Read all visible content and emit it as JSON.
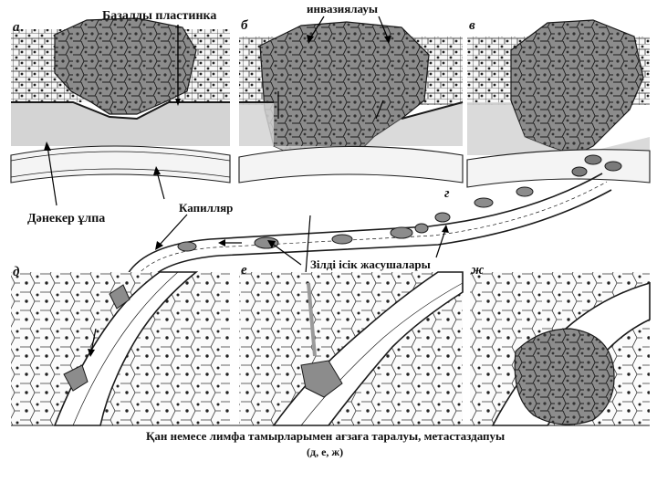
{
  "labels": {
    "basal_lamina": "Базалды пластинка",
    "invasion": "инвазиялауы",
    "connective_tissue": "Дәнекер ұлпа",
    "capillary": "Капилляр",
    "malignant_cells": "Зілді ісік жасушалары",
    "caption_line1": "Қан немесе лимфа тамырларымен ағзаға таралуы, метастаздапуы",
    "caption_line2": "(д, е, ж)"
  },
  "panel_letters": [
    "а",
    "б",
    "в",
    "г",
    "д",
    "е",
    "ж"
  ],
  "colors": {
    "ink": "#1a1a1a",
    "tumor": "#8c8c8c",
    "tumor_dark": "#6e6e6e",
    "membrane": "#c9c9c9",
    "cell_fill": "#f7f7f7",
    "background": "#ffffff"
  }
}
